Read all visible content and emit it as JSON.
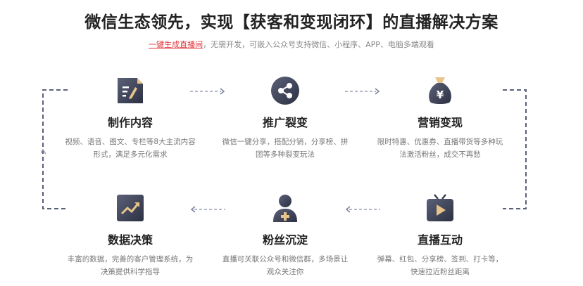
{
  "header": {
    "title": "微信生态领先，实现【获客和变现闭环】的直播解决方案",
    "subtitle_link": "一键生成直播间",
    "subtitle_rest": "，无需开发，可嵌入公众号支持微信、小程序、APP、电脑多端观看"
  },
  "cards": [
    {
      "title": "制作内容",
      "desc": "视频、语音、图文、专栏等8大主流内容形式，满足多元化需求",
      "icon": "edit-document-icon"
    },
    {
      "title": "推广裂变",
      "desc": "微信一键分享，搭配分销，分享榜、拼团等多种裂变玩法",
      "icon": "share-icon"
    },
    {
      "title": "营销变现",
      "desc": "限时特惠、优惠券、直播带货等多种玩法激活粉丝，成交不再愁",
      "icon": "money-bag-icon"
    },
    {
      "title": "直播互动",
      "desc": "弹幕、红包、分享榜、签到、打卡等，快速拉近粉丝距离",
      "icon": "tv-play-icon"
    },
    {
      "title": "粉丝沉淀",
      "desc": "直播可关联公众号和微信群，多场景让观众关注你",
      "icon": "add-user-icon"
    },
    {
      "title": "数据决策",
      "desc": "丰富的数据，完善的客户管理系统，为决策提供科学指导",
      "icon": "trend-chart-icon"
    }
  ],
  "colors": {
    "icon_dark": "#3a3f52",
    "accent": "#e0323a",
    "arrow": "#9aa0b4"
  }
}
